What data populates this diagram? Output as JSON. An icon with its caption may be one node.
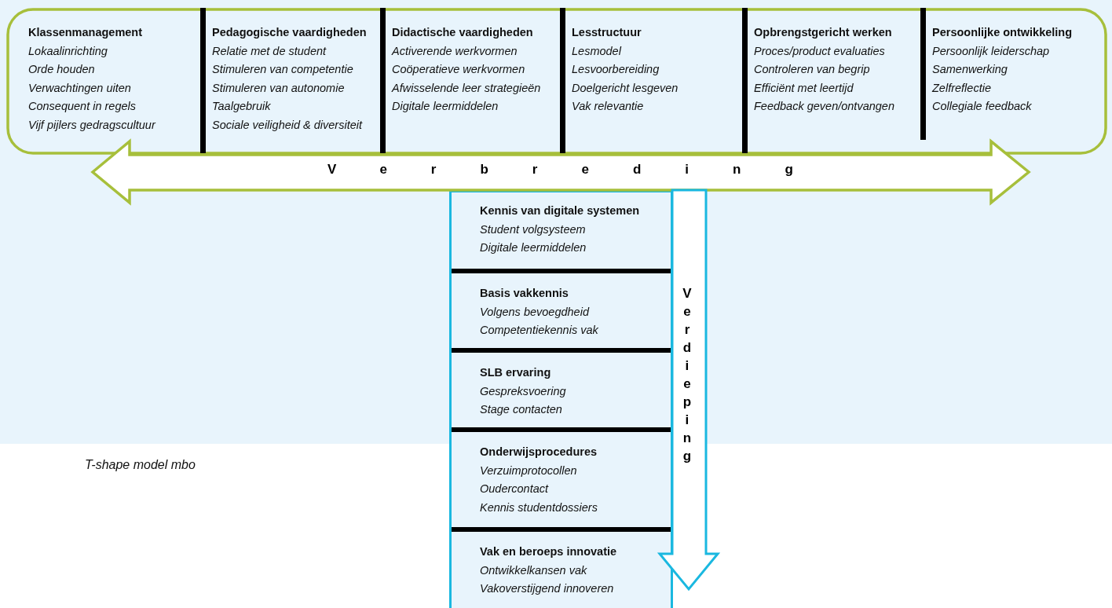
{
  "diagram": {
    "caption": "T-shape model mbo",
    "nodes": [
      {
        "text": [],
        "shape": "box"
      },
      {
        "text": [
          "Klassenmanagement",
          "Lokaalinrichting",
          "Orde houden",
          "Verwachtingen uiten",
          "Consequent in regels",
          "Vijf pijlers gedragscultuur"
        ],
        "in": 0
      },
      {
        "text": [
          "Pedagogische vaardigheden",
          "Relatie met de student",
          "Stimuleren van competentie",
          "Stimuleren van autonomie",
          "Taalgebruik",
          "Sociale veiligheid & diversiteit"
        ],
        "in": 0
      },
      {
        "text": [
          "Didactische vaardigheden",
          "Activerende werkvormen",
          "Coöperatieve werkvormen",
          "Afwisselende leer strategieën",
          "Digitale leermiddelen"
        ],
        "in": 0
      },
      {
        "text": [
          "Lesstructuur",
          "Lesmodel",
          "Lesvoorbereiding",
          "Doelgericht lesgeven",
          "Vak relevantie"
        ],
        "in": 0
      },
      {
        "text": [
          "Opbrengstgericht werken",
          "Proces/product evaluaties",
          "Controleren van begrip",
          "Efficiënt met leertijd",
          "Feedback geven/ontvangen"
        ],
        "in": 0
      },
      {
        "text": [
          "Persoonlijke ontwikkeling",
          "Persoonlijk leiderschap",
          "Samenwerking",
          "Zelfreflectie",
          "Collegiale feedback"
        ],
        "in": 0
      },
      {
        "text": [],
        "shape": "box"
      },
      {
        "text": [
          "Kennis van digitale systemen",
          "Student volgsysteem",
          "Digitale leermiddelen"
        ],
        "in": 7
      },
      {
        "text": [
          "Basis vakkennis",
          "Volgens bevoegdheid",
          "Competentiekennis vak"
        ],
        "in": 7
      },
      {
        "text": [
          "SLB ervaring",
          "Gespreksvoering",
          "Stage contacten"
        ],
        "in": 7
      },
      {
        "text": [
          "Onderwijsprocedures",
          "Verzuimprotocollen",
          "Oudercontact",
          "Kennis studentdossiers"
        ],
        "in": 7
      },
      {
        "text": [
          "Vak en beroeps innovatie",
          "Ontwikkelkansen vak",
          "Vakoverstijgend innoveren"
        ],
        "in": 7
      }
    ],
    "labels": [
      "Verbreding",
      "Verdieping"
    ]
  }
}
